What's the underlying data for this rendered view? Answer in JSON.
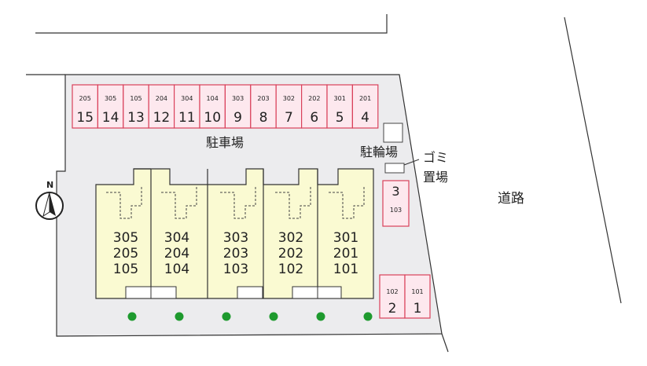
{
  "labels": {
    "parking": "駐車場",
    "bicycle": "駐輪場",
    "garbage_line1": "ゴミ",
    "garbage_line2": "置場",
    "road": "道路",
    "north": "N"
  },
  "parking_spaces": [
    {
      "number": "15",
      "room": "205"
    },
    {
      "number": "14",
      "room": "305"
    },
    {
      "number": "13",
      "room": "105"
    },
    {
      "number": "12",
      "room": "204"
    },
    {
      "number": "11",
      "room": "304"
    },
    {
      "number": "10",
      "room": "104"
    },
    {
      "number": "9",
      "room": "303"
    },
    {
      "number": "8",
      "room": "203"
    },
    {
      "number": "7",
      "room": "302"
    },
    {
      "number": "6",
      "room": "202"
    },
    {
      "number": "5",
      "room": "301"
    },
    {
      "number": "4",
      "room": "201"
    }
  ],
  "side_spaces": [
    {
      "number": "3",
      "room": "103"
    },
    {
      "number": "2",
      "room": "102"
    },
    {
      "number": "1",
      "room": "101"
    }
  ],
  "units": [
    {
      "rooms": [
        "305",
        "205",
        "105"
      ]
    },
    {
      "rooms": [
        "304",
        "204",
        "104"
      ]
    },
    {
      "rooms": [
        "303",
        "203",
        "103"
      ]
    },
    {
      "rooms": [
        "302",
        "202",
        "102"
      ]
    },
    {
      "rooms": [
        "301",
        "201",
        "101"
      ]
    }
  ],
  "colors": {
    "site_fill": "#ececee",
    "parking_fill": "#fde8ee",
    "parking_border": "#d9405a",
    "unit_fill": "#fafad2",
    "tree": "#1e9a2e"
  }
}
